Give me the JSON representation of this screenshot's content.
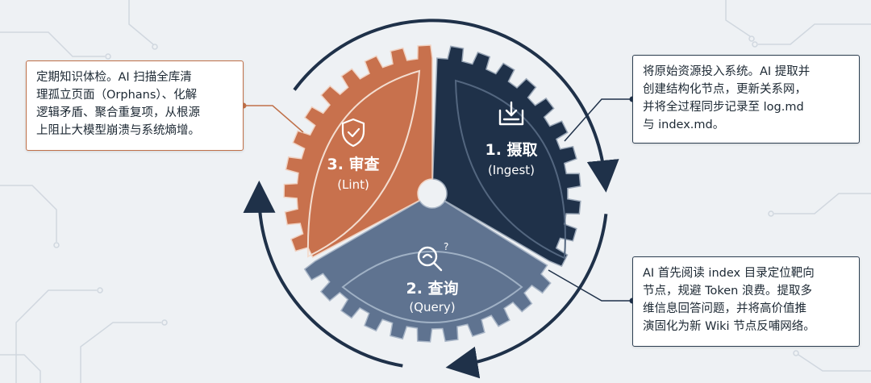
{
  "colors": {
    "background": "#eef1f4",
    "ingest_gear": "#1f3149",
    "lint_gear": "#c8714d",
    "query_gear": "#5f7390",
    "ring": "#1f3149",
    "lint_accent": "#c0714a"
  },
  "gears": {
    "ingest": {
      "title": "1. 摄取",
      "subtitle": "(Ingest)",
      "icon": "inbox-download-icon"
    },
    "query": {
      "title": "2. 查询",
      "subtitle": "(Query)",
      "icon": "search-question-icon"
    },
    "lint": {
      "title": "3. 审查",
      "subtitle": "(Lint)",
      "icon": "shield-check-icon"
    }
  },
  "callouts": {
    "lint": [
      "定期知识体检。AI 扫描全库清",
      "理孤立页面（Orphans）、化解",
      "逻辑矛盾、聚合重复项，从根源",
      "上阻止大模型崩溃与系统熵增。"
    ],
    "ingest": [
      "将原始资源投入系统。AI 提取并",
      "创建结构化节点，更新关系网，",
      "并将全过程同步记录至 log.md",
      "与 index.md。"
    ],
    "query": [
      "AI 首先阅读 index 目录定位靶向",
      "节点，规避 Token 浪费。提取多",
      "维信息回答问题，并将高价值推",
      "演固化为新 Wiki 节点反哺网络。"
    ]
  }
}
